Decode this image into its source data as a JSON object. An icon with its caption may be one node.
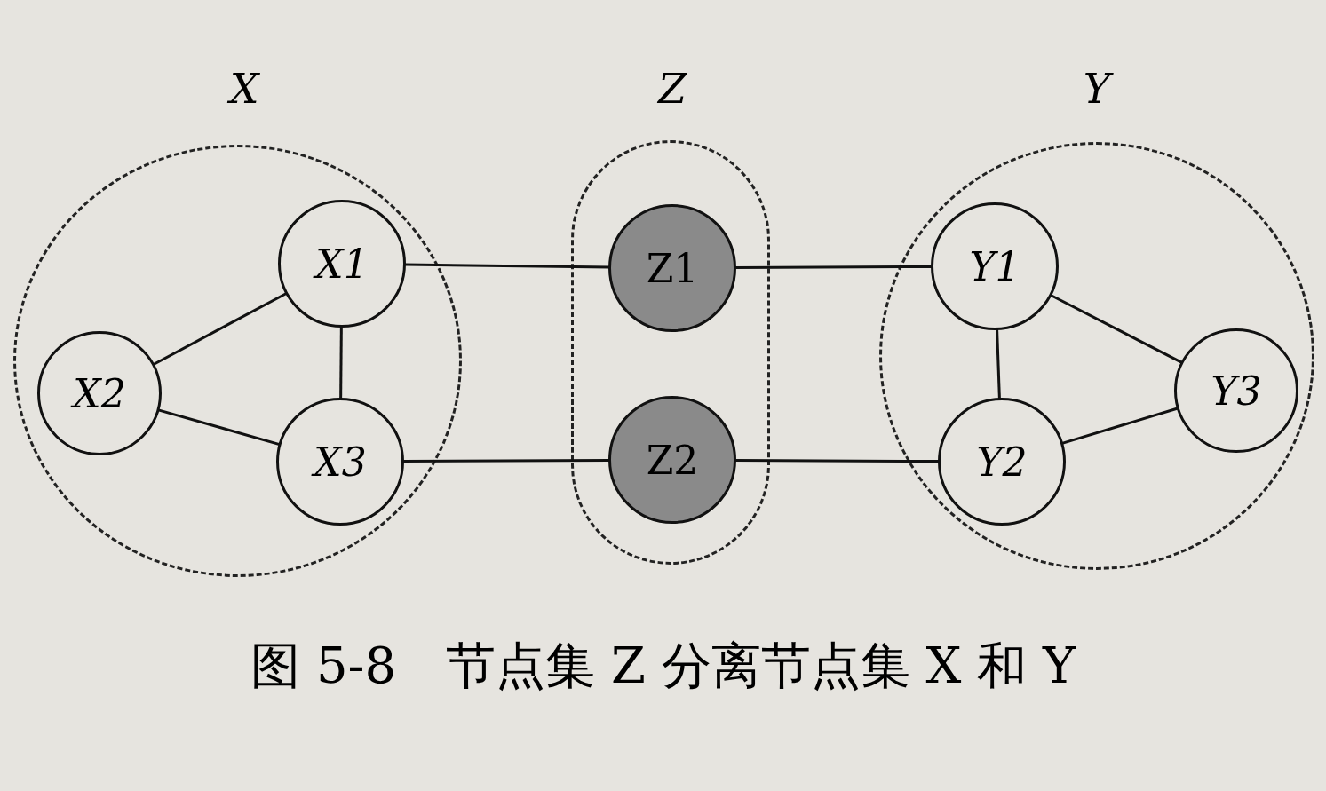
{
  "diagram": {
    "caption": "图 5-8　节点集 Z 分离节点集 X 和 Y",
    "nodes": [
      {
        "text": [
          "X"
        ]
      },
      {
        "text": [
          "X1"
        ],
        "in": 0
      },
      {
        "text": [
          "X2"
        ],
        "in": 0
      },
      {
        "text": [
          "X3"
        ],
        "in": 0
      },
      {
        "text": [
          "Z"
        ]
      },
      {
        "text": [
          "Z1"
        ],
        "in": 4
      },
      {
        "text": [
          "Z2"
        ],
        "in": 4
      },
      {
        "text": [
          "Y"
        ]
      },
      {
        "text": [
          "Y1"
        ],
        "in": 7
      },
      {
        "text": [
          "Y2"
        ],
        "in": 7
      },
      {
        "text": [
          "Y3"
        ],
        "in": 7
      }
    ],
    "edges": [
      {
        "from": 2,
        "to": 1,
        "arrow": "none"
      },
      {
        "from": 1,
        "to": 3,
        "arrow": "none"
      },
      {
        "from": 2,
        "to": 3,
        "arrow": "none"
      },
      {
        "from": 1,
        "to": 5,
        "arrow": "none"
      },
      {
        "from": 3,
        "to": 6,
        "arrow": "none"
      },
      {
        "from": 5,
        "to": 8,
        "arrow": "none"
      },
      {
        "from": 6,
        "to": 9,
        "arrow": "none"
      },
      {
        "from": 8,
        "to": 9,
        "arrow": "none"
      },
      {
        "from": 8,
        "to": 10,
        "arrow": "none"
      },
      {
        "from": 9,
        "to": 10,
        "arrow": "none"
      }
    ]
  }
}
